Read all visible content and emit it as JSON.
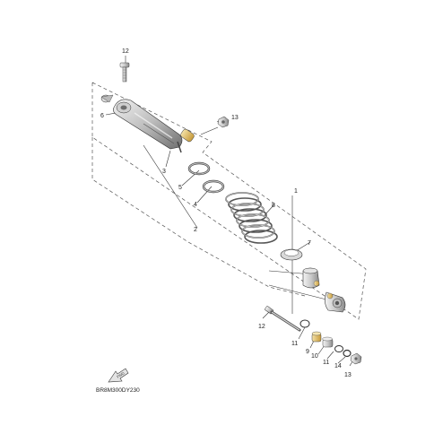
{
  "diagram": {
    "callouts": {
      "c1": "1",
      "c2": "2",
      "c3": "3",
      "c4": "4",
      "c5": "5",
      "c6": "6",
      "c7": "7",
      "c8": "8",
      "c9": "9",
      "c10": "10",
      "c11a": "11",
      "c11b": "11",
      "c12a": "12",
      "c12b": "12",
      "c13a": "13",
      "c13b": "13",
      "c14": "14"
    },
    "front_arrow_label": "FWD",
    "drawing_code": "BR8M300DY230"
  },
  "colors": {
    "part_fill": "#d8d8d8",
    "part_dark": "#8a8a8a",
    "line": "#333333",
    "dashed": "#555555",
    "accent_yellow": "#e3c46a"
  }
}
